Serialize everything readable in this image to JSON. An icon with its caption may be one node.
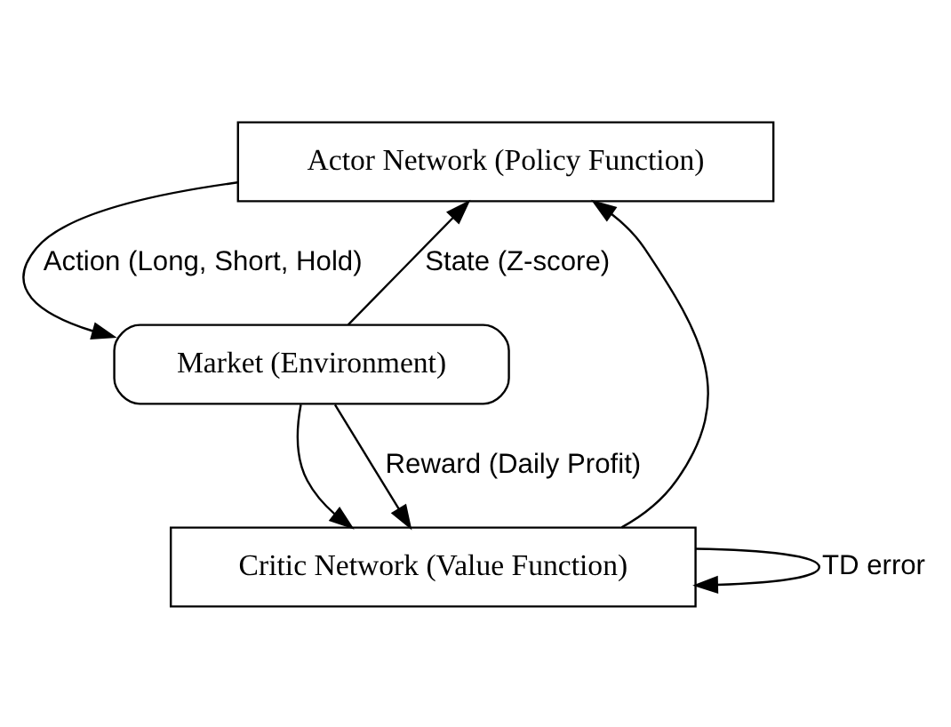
{
  "diagram": {
    "nodes": [
      {
        "text": [
          "Actor Network (Policy Function)"
        ]
      },
      {
        "text": [
          "Critic Network (Value Function)"
        ]
      },
      {
        "text": [
          "Market (Environment)"
        ]
      }
    ],
    "edges": [
      {
        "from": 2,
        "to": 0,
        "arrow": "to",
        "label": "State (Z-score)"
      },
      {
        "from": 2,
        "to": 1,
        "arrow": "to"
      },
      {
        "from": 0,
        "to": 2,
        "arrow": "to",
        "label": "Action (Long, Short, Hold)"
      },
      {
        "from": 2,
        "to": 1,
        "arrow": "to",
        "label": "Reward (Daily Profit)"
      },
      {
        "from": 1,
        "to": 1,
        "arrow": "to",
        "label": "TD error"
      },
      {
        "from": 1,
        "to": 0,
        "arrow": "to"
      }
    ]
  }
}
